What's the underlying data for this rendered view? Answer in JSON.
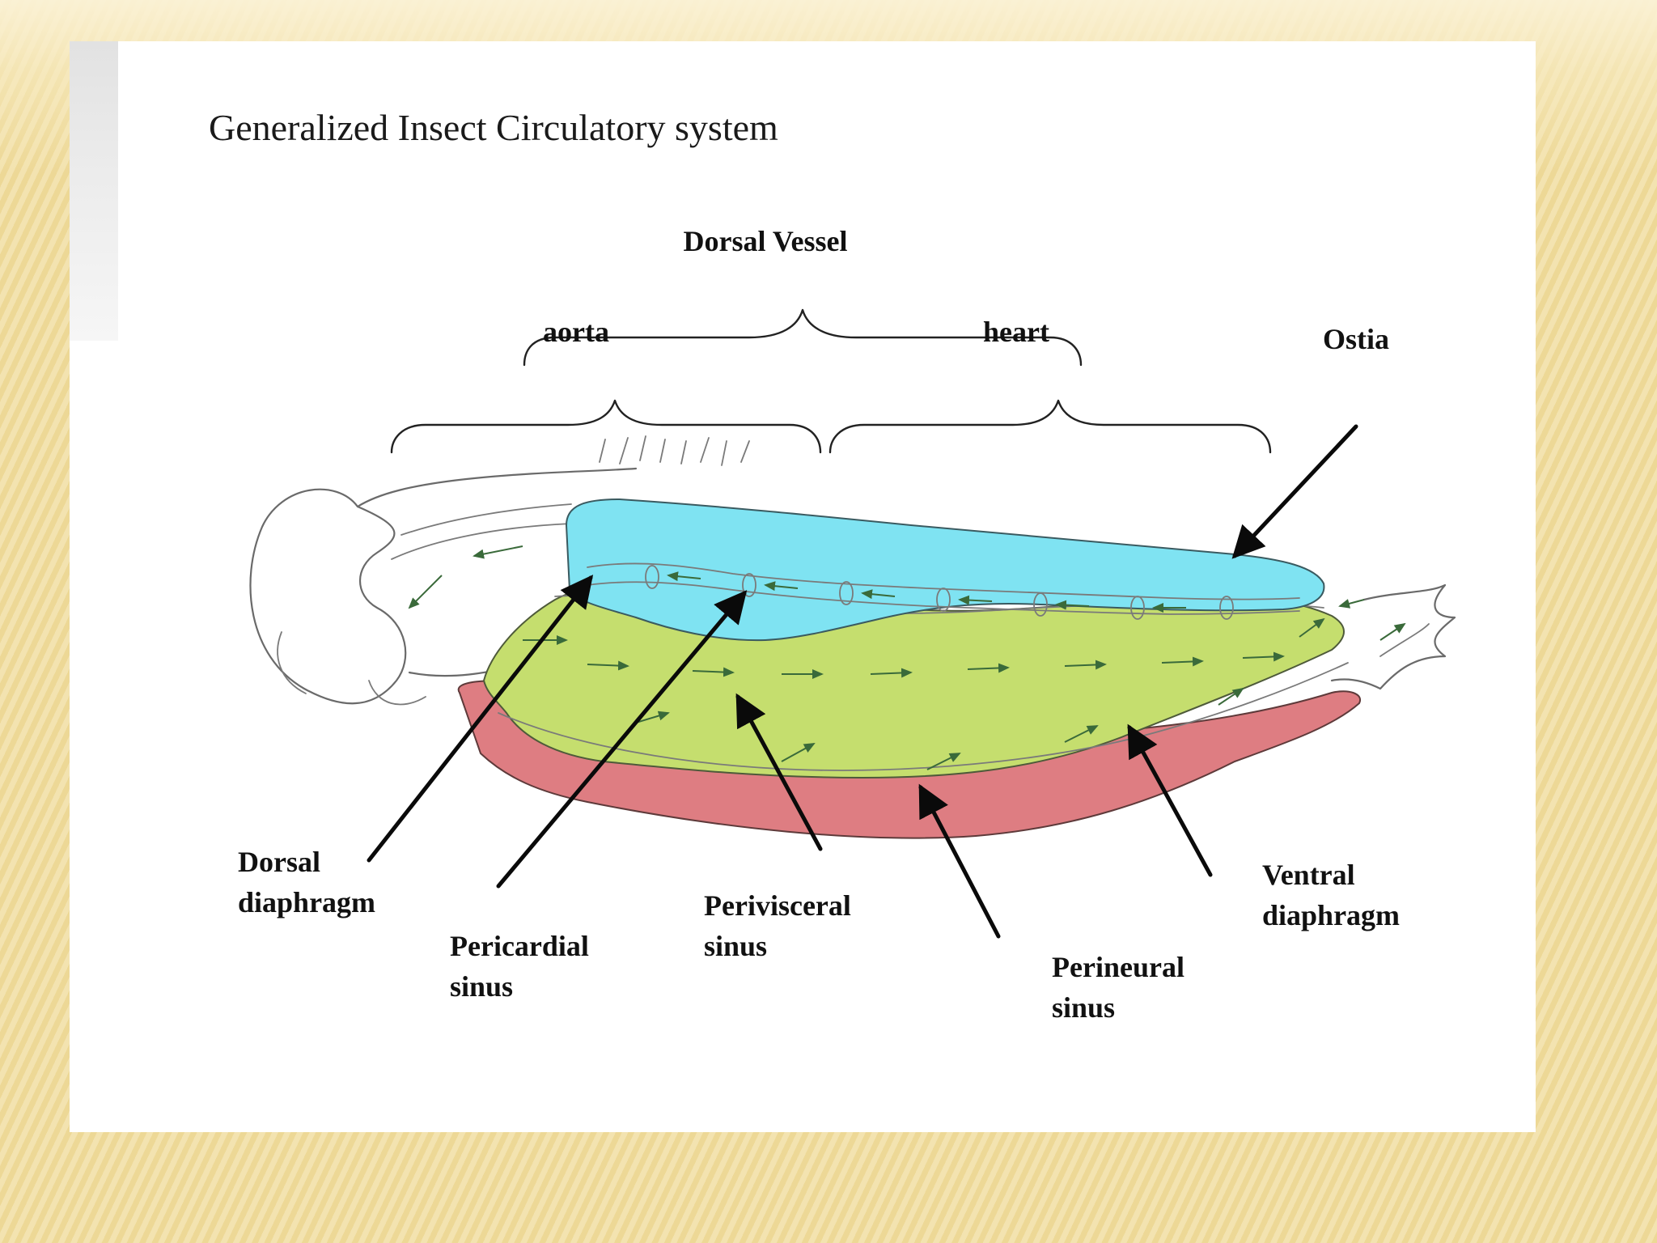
{
  "title": "Generalized Insect Circulatory system",
  "diagram": {
    "labels": {
      "dorsal_vessel": "Dorsal Vessel",
      "aorta": "aorta",
      "heart": "heart",
      "ostia": "Ostia",
      "dorsal_diaphragm_1": "Dorsal",
      "dorsal_diaphragm_2": "diaphragm",
      "pericardial_sinus_1": "Pericardial",
      "pericardial_sinus_2": "sinus",
      "perivisceral_sinus_1": "Perivisceral",
      "perivisceral_sinus_2": "sinus",
      "perineural_sinus_1": "Perineural",
      "perineural_sinus_2": "sinus",
      "ventral_diaphragm_1": "Ventral",
      "ventral_diaphragm_2": "diaphragm"
    },
    "colors": {
      "pericardial_sinus": "#7fe3f2",
      "perivisceral_sinus": "#c5de6e",
      "perineural_sinus": "#de7d82"
    }
  }
}
